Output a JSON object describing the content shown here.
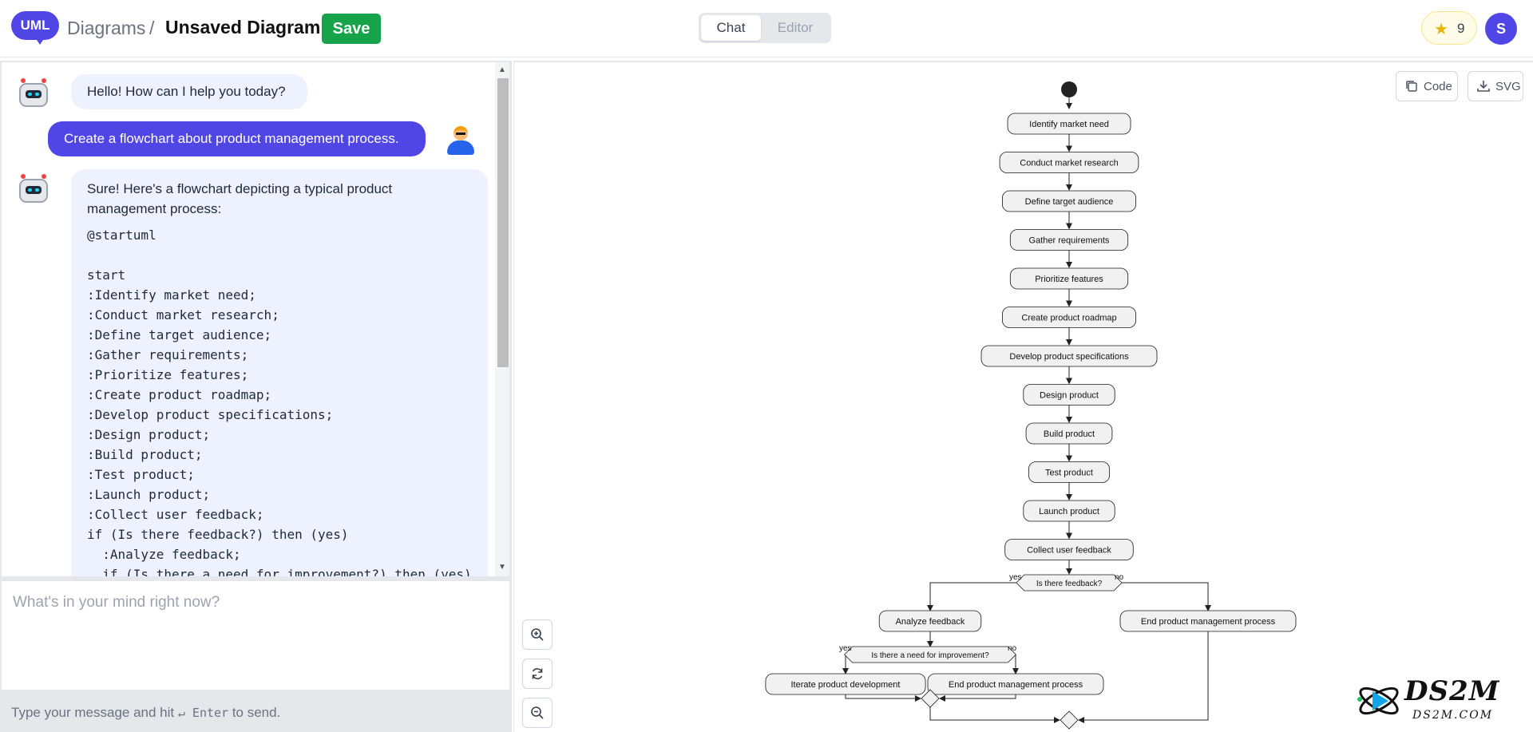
{
  "header": {
    "logo_text": "UML",
    "breadcrumb_root": "Diagrams",
    "breadcrumb_separator": "/",
    "diagram_title": "Unsaved Diagram",
    "save_label": "Save",
    "mode_tabs": [
      "Chat",
      "Editor"
    ],
    "active_mode": "Chat",
    "star_count": "9",
    "user_initial": "S"
  },
  "chat": {
    "messages": [
      {
        "role": "assistant",
        "text": "Hello! How can I help you today?"
      },
      {
        "role": "user",
        "text": "Create a flowchart about product management process."
      },
      {
        "role": "assistant",
        "intro_line1": "Sure! Here's a flowchart depicting a typical product",
        "intro_line2": "management process:",
        "code": "@startuml\n\nstart\n:Identify market need;\n:Conduct market research;\n:Define target audience;\n:Gather requirements;\n:Prioritize features;\n:Create product roadmap;\n:Develop product specifications;\n:Design product;\n:Build product;\n:Test product;\n:Launch product;\n:Collect user feedback;\nif (Is there feedback?) then (yes)\n  :Analyze feedback;\n  if (Is there a need for improvement?) then (yes)"
      }
    ],
    "input_placeholder": "What's in your mind right now?",
    "hint_prefix": "Type your message and hit",
    "hint_key": "↵ Enter",
    "hint_suffix": "to send."
  },
  "diagram": {
    "toolbar": {
      "code_label": "Code",
      "svg_label": "SVG"
    },
    "zoom_controls": [
      "zoom-in-icon",
      "reset-zoom-icon",
      "zoom-out-icon"
    ],
    "steps": [
      "Identify market need",
      "Conduct market research",
      "Define target audience",
      "Gather requirements",
      "Prioritize features",
      "Create product roadmap",
      "Develop product specifications",
      "Design product",
      "Build product",
      "Test product",
      "Launch product",
      "Collect user feedback"
    ],
    "decision1": {
      "label": "Is there feedback?",
      "yes": "yes",
      "no": "no"
    },
    "analyze": "Analyze feedback",
    "end_right": "End product management process",
    "decision2": {
      "label": "Is there a need for improvement?",
      "yes": "yes",
      "no": "no"
    },
    "iterate": "Iterate product development",
    "end_inner": "End product management process"
  },
  "watermark": {
    "big": "DS2M",
    "small": "DS2M.COM"
  },
  "colors": {
    "brand": "#4f46e5",
    "save": "#16a34a",
    "bot_bubble": "#eef2ff"
  }
}
